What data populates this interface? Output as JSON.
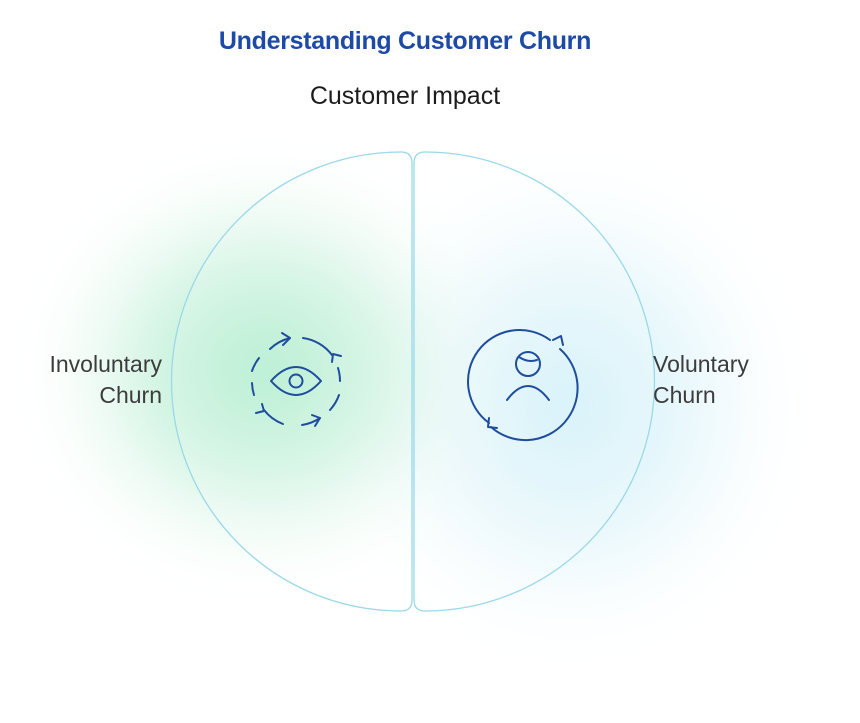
{
  "title": "Understanding Customer Churn",
  "subtitle": "Customer Impact",
  "segments": {
    "left": {
      "label_line1": "Involuntary",
      "label_line2": "Churn",
      "icon": "eye-cycle-icon"
    },
    "right": {
      "label_line1": "Voluntary",
      "label_line2": "Churn",
      "icon": "user-refresh-icon"
    }
  },
  "colors": {
    "title": "#1d4aa6",
    "subtitle": "#1c1c1c",
    "outline": "#8fd3e8",
    "icon": "#1f4d9e",
    "glow_left": "#9fe8c4",
    "glow_right": "#c9eef8"
  }
}
